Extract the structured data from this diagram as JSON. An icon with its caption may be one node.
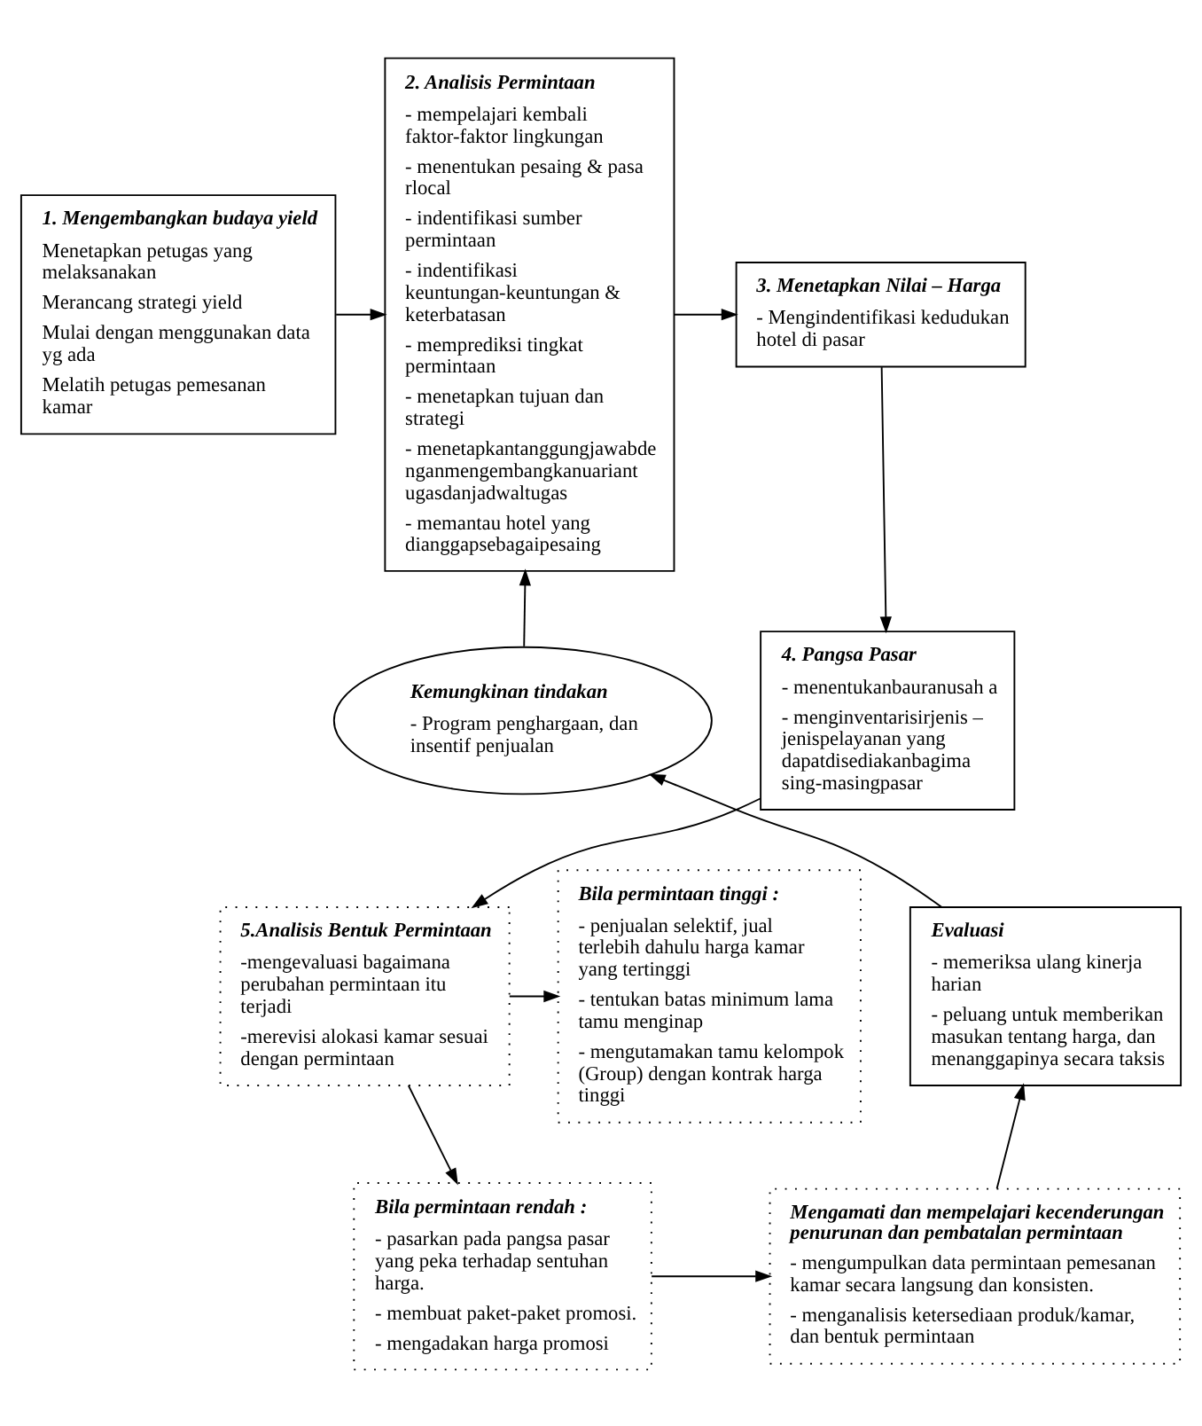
{
  "diagram": {
    "nodes": [
      {
        "text": [
          "1. Mengembangkan budaya yield",
          "Menetapkan petugas yang melaksanakan",
          "Merancang strategi yield",
          "Mulai dengan menggunakan data yg ada",
          "Melatih petugas pemesanan kamar"
        ]
      },
      {
        "text": [
          "2. Analisis Permintaan",
          "- mempelajari kembali faktor-faktor lingkungan",
          "- menentukan pesaing & pasa rlocal",
          "- indentifikasi sumber permintaan",
          "- indentifikasi keuntungan-keuntungan & keterbatasan",
          "- memprediksi tingkat permintaan",
          "- menetapkan tujuan dan strategi",
          "- menetapkantanggungjawabde nganmengembangkanuariant ugasdanjadwaltugas",
          "- memantau hotel yang dianggapsebagaipesaing"
        ]
      },
      {
        "text": [
          "3. Menetapkan Nilai – Harga",
          "- Mengindentifikasi kedudukan hotel di pasar"
        ]
      },
      {
        "text": [
          "4. Pangsa Pasar",
          "- menentukanbauranusah a",
          "- menginventarisirjenis – jenispelayanan yang dapatdisediakanbagima sing-masingpasar"
        ]
      },
      {
        "text": [
          "5.Analisis Bentuk Permintaan",
          "-mengevaluasi bagaimana perubahan permintaan itu terjadi",
          "-merevisi alokasi kamar sesuai dengan permintaan"
        ]
      },
      {
        "text": [
          "Bila permintaan tinggi :",
          "- penjualan selektif, jual terlebih dahulu harga kamar yang tertinggi",
          "- tentukan batas minimum lama tamu menginap",
          "- mengutamakan tamu kelompok (Group) dengan kontrak harga tinggi"
        ]
      },
      {
        "text": [
          "Bila permintaan rendah :",
          "- pasarkan pada pangsa pasar yang peka terhadap sentuhan harga.",
          "- membuat paket-paket promosi.",
          "- mengadakan harga promosi"
        ]
      },
      {
        "text": [
          "Mengamati dan mempelajari kecenderungan penurunan dan pembatalan permintaan",
          "- mengumpulkan data permintaan pemesanan kamar secara langsung dan konsisten.",
          "- menganalisis ketersediaan produk/kamar, dan bentuk permintaan"
        ]
      },
      {
        "text": [
          "Evaluasi",
          "- memeriksa ulang kinerja harian",
          "- peluang untuk memberikan masukan tentang harga, dan menanggapinya secara taksis"
        ]
      },
      {
        "text": [
          "Kemungkinan tindakan",
          "- Program penghargaan, dan insentif penjualan"
        ]
      }
    ],
    "edges": [
      {
        "from": 0,
        "to": 1,
        "arrow": "to"
      },
      {
        "from": 1,
        "to": 2,
        "arrow": "to"
      },
      {
        "from": 2,
        "to": 3,
        "arrow": "to"
      },
      {
        "from": 3,
        "to": 4,
        "arrow": "to"
      },
      {
        "from": 4,
        "to": 5,
        "arrow": "to"
      },
      {
        "from": 4,
        "to": 6,
        "arrow": "to"
      },
      {
        "from": 6,
        "to": 7,
        "arrow": "to"
      },
      {
        "from": 7,
        "to": 8,
        "arrow": "to"
      },
      {
        "from": 8,
        "to": 9,
        "arrow": "to"
      },
      {
        "from": 9,
        "to": 1,
        "arrow": "to"
      }
    ]
  }
}
